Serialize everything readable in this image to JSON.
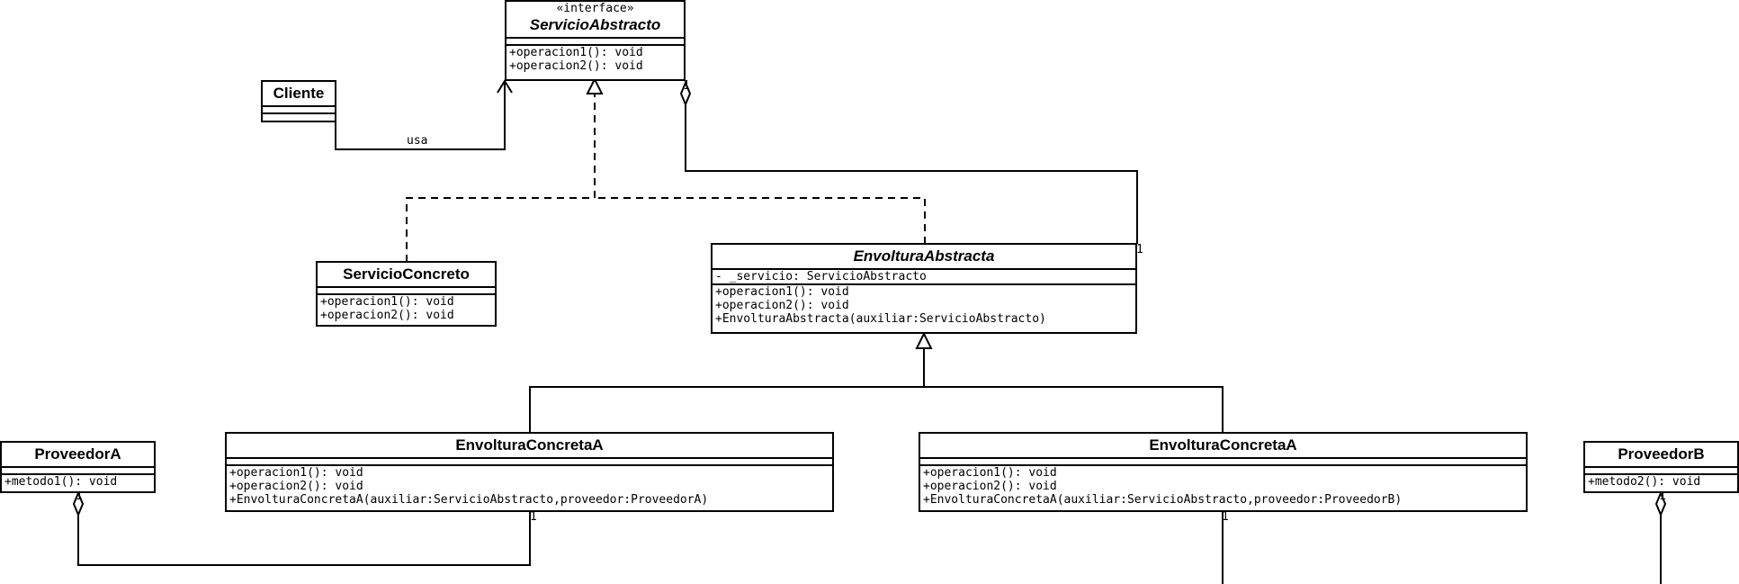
{
  "classes": {
    "servicio_abstracto": {
      "stereotype": "«interface»",
      "name": "ServicioAbstracto",
      "methods": [
        "+operacion1(): void",
        "+operacion2(): void"
      ]
    },
    "cliente": {
      "name": "Cliente"
    },
    "servicio_concreto": {
      "name": "ServicioConcreto",
      "methods": [
        "+operacion1(): void",
        "+operacion2(): void"
      ]
    },
    "envoltura_abstracta": {
      "name": "EnvolturaAbstracta",
      "attributes": [
        "- _servicio: ServicioAbstracto"
      ],
      "methods": [
        "+operacion1(): void",
        "+operacion2(): void",
        "+EnvolturaAbstracta(auxiliar:ServicioAbstracto)"
      ]
    },
    "envoltura_concreta_a": {
      "name": "EnvolturaConcretaA",
      "methods": [
        "+operacion1(): void",
        "+operacion2(): void",
        "+EnvolturaConcretaA(auxiliar:ServicioAbstracto,proveedor:ProveedorA)"
      ]
    },
    "envoltura_concreta_b": {
      "name": "EnvolturaConcretaA",
      "methods": [
        "+operacion1(): void",
        "+operacion2(): void",
        "+EnvolturaConcretaA(auxiliar:ServicioAbstracto,proveedor:ProveedorB)"
      ]
    },
    "proveedor_a": {
      "name": "ProveedorA",
      "methods": [
        "+metodo1(): void"
      ]
    },
    "proveedor_b": {
      "name": "ProveedorB",
      "methods": [
        "+metodo2(): void"
      ]
    }
  },
  "relations": {
    "usa_label": "usa",
    "multiplicity_servicio": "1",
    "multiplicity_envoltura": "1",
    "multiplicity_concreta_a": "1",
    "multiplicity_proveedor_a": "1",
    "multiplicity_concreta_b": "1",
    "multiplicity_proveedor_b": "1"
  },
  "colors": {
    "line": "#000000",
    "background": "#ffffff"
  }
}
